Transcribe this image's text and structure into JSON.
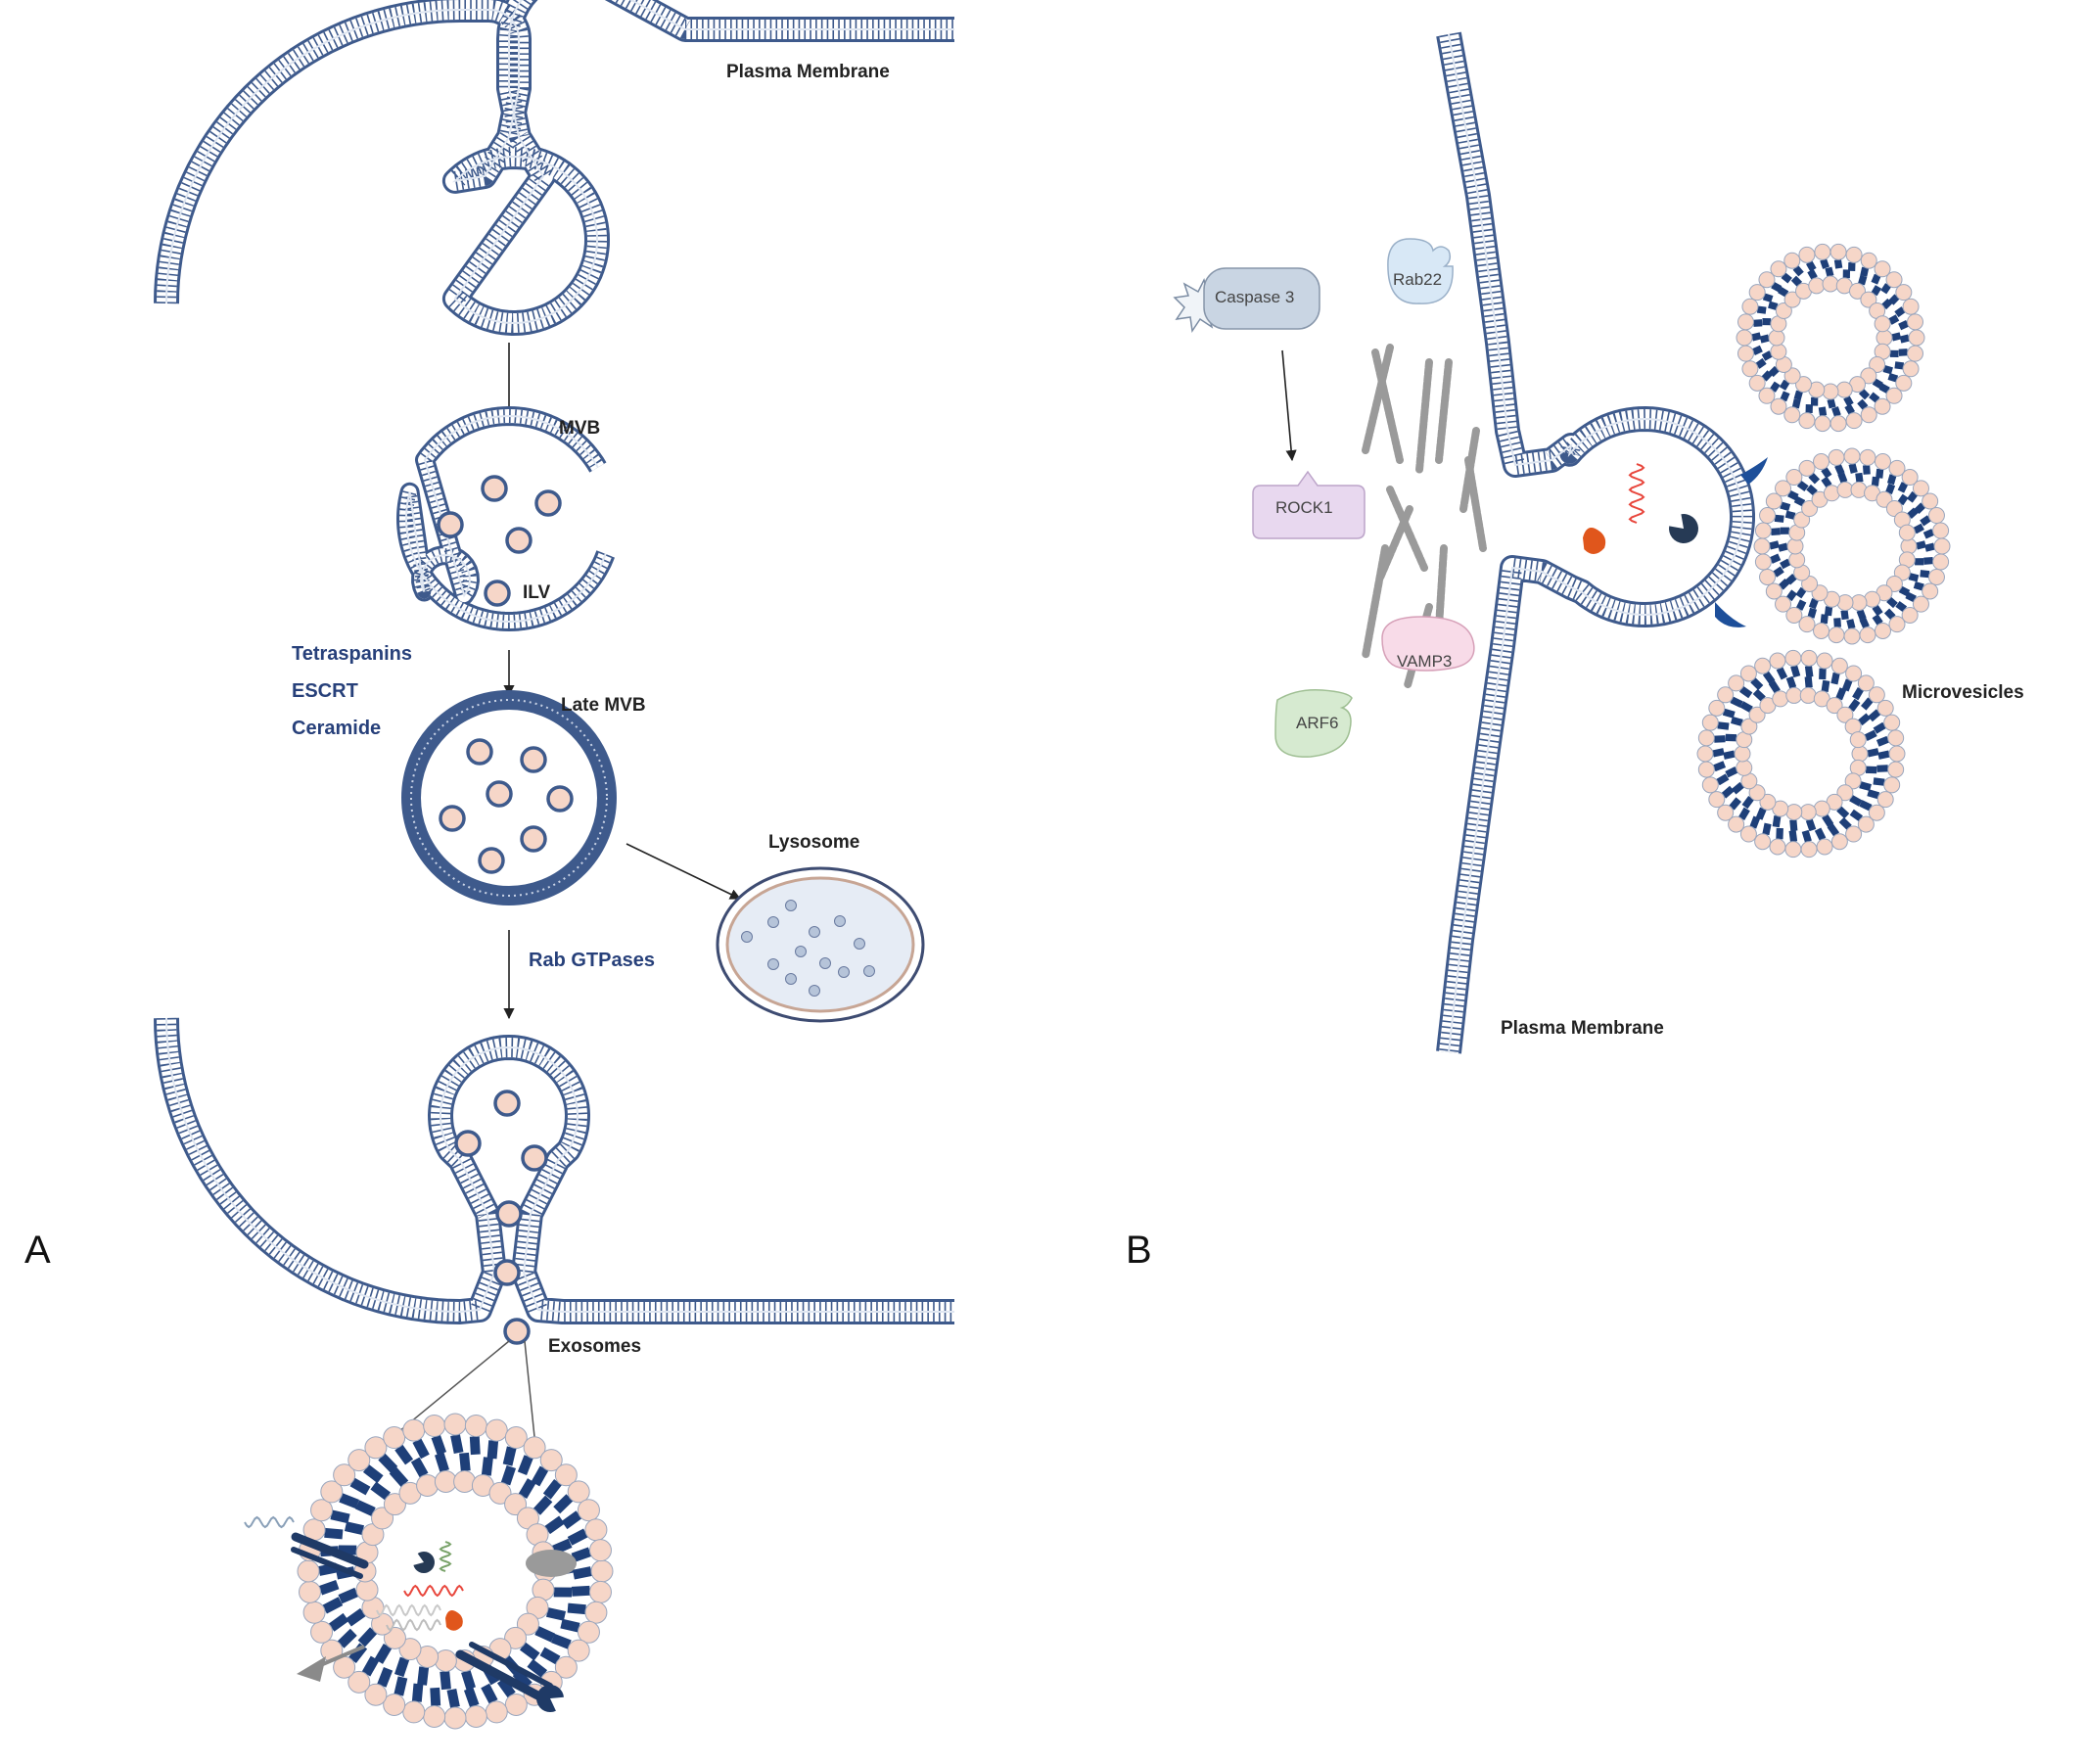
{
  "panels": {
    "a": {
      "letter": "A",
      "plasma_membrane_top": "Plasma Membrane",
      "mvb": "MVB",
      "ilv": "ILV",
      "regulators": [
        "Tetraspanins",
        "ESCRT",
        "Ceramide"
      ],
      "late_mvb": "Late MVB",
      "lysosome": "Lysosome",
      "rab_gtpases": "Rab GTPases",
      "exosomes": "Exosomes"
    },
    "b": {
      "letter": "B",
      "caspase3": "Caspase 3",
      "rab22": "Rab22",
      "rock1": "ROCK1",
      "vamp3": "VAMP3",
      "arf6": "ARF6",
      "microvesicles": "Microvesicles",
      "plasma_membrane": "Plasma Membrane"
    }
  },
  "colors": {
    "membrane": "#3e5a8c",
    "lipid_head": "#f6d6c8",
    "label_blue": "#27407a",
    "rna_red": "#e8463c",
    "protein_orange": "#e0561c",
    "protein_dark": "#263a55",
    "caspase_fill": "#c9d5e3",
    "rab22_fill": "#d8e8f6",
    "rock1_fill": "#e8d8ef",
    "vamp3_fill": "#f8dbe8",
    "arf6_fill": "#d6ead0",
    "actin_gray": "#9a9a9a"
  }
}
